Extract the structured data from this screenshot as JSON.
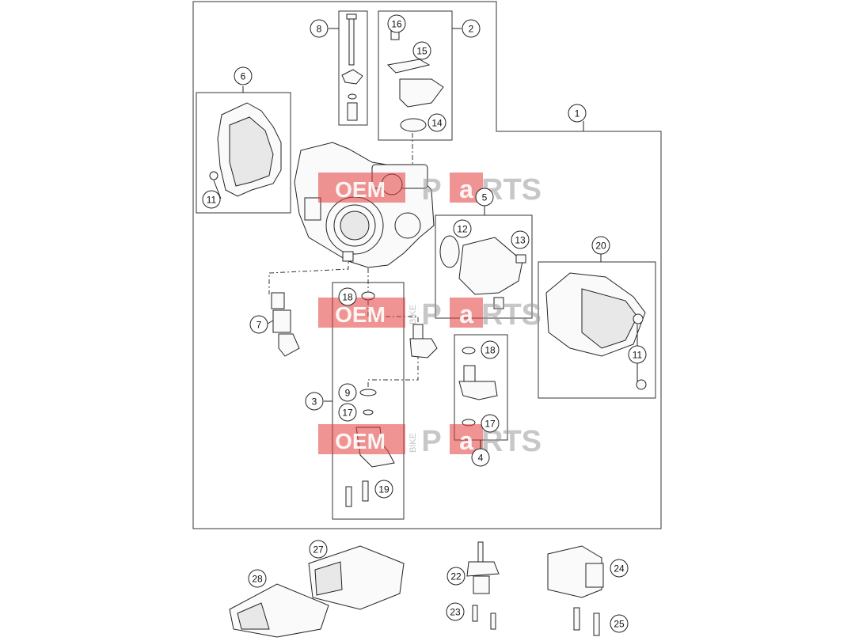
{
  "callouts": [
    {
      "id": "c1",
      "label": "1"
    },
    {
      "id": "c2",
      "label": "2"
    },
    {
      "id": "c3",
      "label": "3"
    },
    {
      "id": "c4",
      "label": "4"
    },
    {
      "id": "c5",
      "label": "5"
    },
    {
      "id": "c6",
      "label": "6"
    },
    {
      "id": "c7",
      "label": "7"
    },
    {
      "id": "c8",
      "label": "8"
    },
    {
      "id": "c9",
      "label": "9"
    },
    {
      "id": "c11a",
      "label": "11"
    },
    {
      "id": "c11b",
      "label": "11"
    },
    {
      "id": "c12",
      "label": "12"
    },
    {
      "id": "c13",
      "label": "13"
    },
    {
      "id": "c14",
      "label": "14"
    },
    {
      "id": "c15",
      "label": "15"
    },
    {
      "id": "c16",
      "label": "16"
    },
    {
      "id": "c17a",
      "label": "17"
    },
    {
      "id": "c17b",
      "label": "17"
    },
    {
      "id": "c18a",
      "label": "18"
    },
    {
      "id": "c18b",
      "label": "18"
    },
    {
      "id": "c19",
      "label": "19"
    },
    {
      "id": "c20",
      "label": "20"
    },
    {
      "id": "c22",
      "label": "22"
    },
    {
      "id": "c23",
      "label": "23"
    },
    {
      "id": "c24",
      "label": "24"
    },
    {
      "id": "c25",
      "label": "25"
    },
    {
      "id": "c27",
      "label": "27"
    },
    {
      "id": "c28",
      "label": "28"
    }
  ],
  "watermark": {
    "oem": "OEM",
    "bike": "BIKE",
    "p": "P",
    "a": "a",
    "rts": "RTS"
  }
}
